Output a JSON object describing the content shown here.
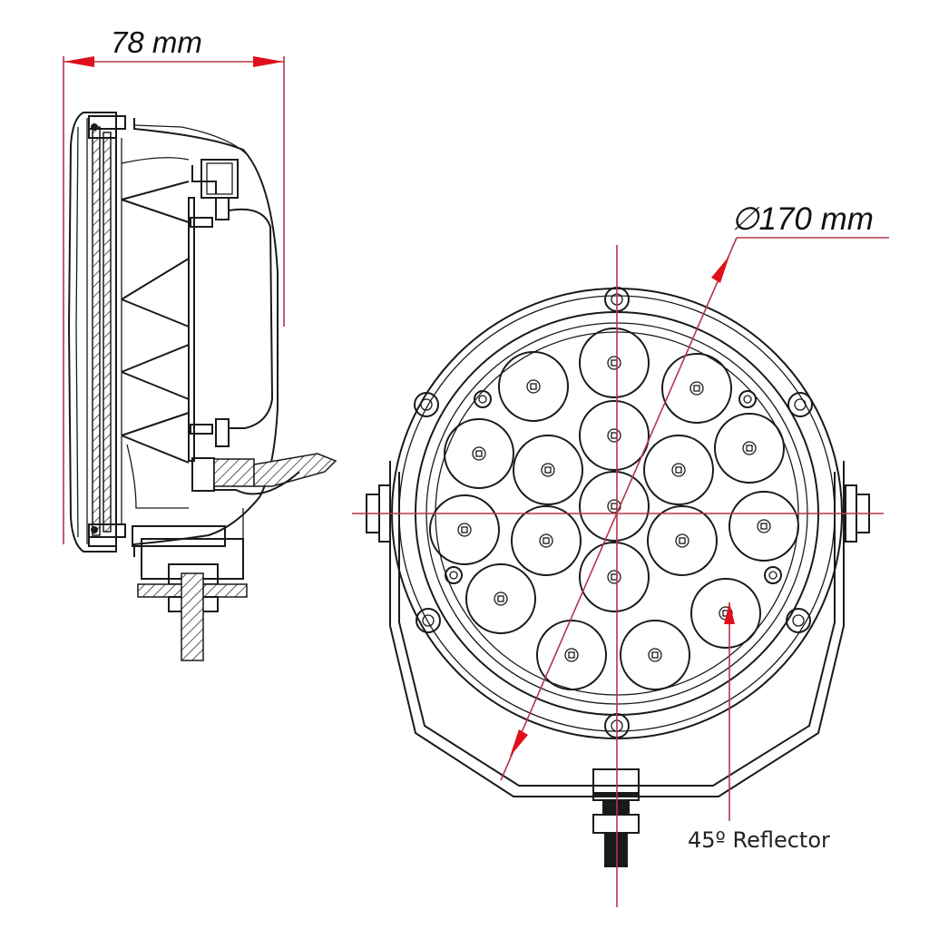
{
  "drawing": {
    "side_view": {
      "dimension_label": "78 mm",
      "dimension_value_mm": 78,
      "dimension_type": "depth"
    },
    "front_view": {
      "dimension_label": "∅170 mm",
      "dimension_value_mm": 170,
      "dimension_type": "diameter",
      "led_count": 18,
      "screw_count": 6,
      "callout": {
        "label": "45º Reflector"
      }
    },
    "colors": {
      "line": "#1a1a1a",
      "dimension_line": "#b5354a",
      "arrow": "#e0101a",
      "background": "#ffffff"
    }
  }
}
